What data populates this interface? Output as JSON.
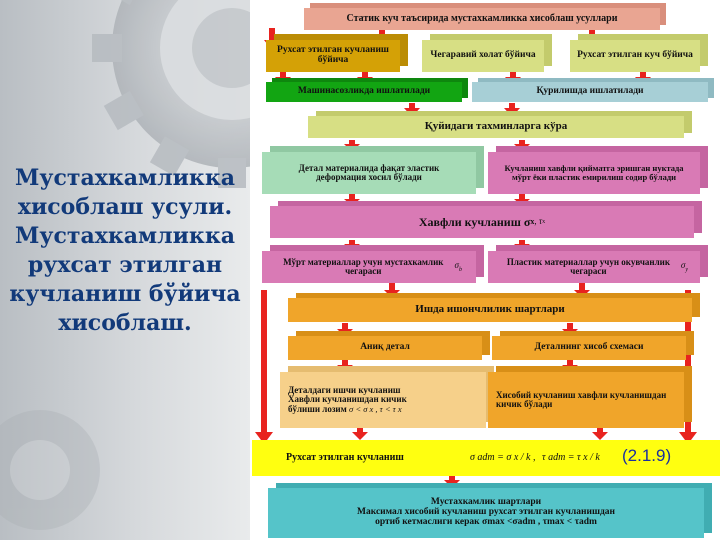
{
  "side_text": [
    "Мустахкамликка",
    "хисоблаш усули.",
    "Мустахкамликка",
    "рухсат этилган",
    "кучланиш бўйича",
    "хисоблаш."
  ],
  "boxes": {
    "top": "Статик куч таъсирида мустахкамликка хисоблаш усуллари",
    "r2a": "Рухсат этилган кучланиш бўйича",
    "r2b": "Чегаравий холат бўйича",
    "r2c": "Рухсат этилган куч бўйича",
    "r3a": "Машинасозликда ишлатилади",
    "r3b": "Қурилишда ишлатилади",
    "r4": "Қуйидаги тахминларга кўра",
    "r5a": "Детал материалида фақат эластик деформация хосил бўлади",
    "r5b": "Кучланиш хавфли қийматга эришган нуктада мўрт ёки пластик емирилиш содир бўлади",
    "r6": "Хавфли кучланиш σ",
    "r6_sup": "x",
    "r6_tail": ", τ",
    "r7a": "Мўрт материаллар учун мустахкамлик чегараси",
    "r7a_sym": "σ",
    "r7a_sub": "b",
    "r7b": "Пластик материаллар учун окувчанлик чегараси",
    "r7b_sym": "σ",
    "r7b_sub": "y",
    "r8": "Ишда ишончлилик шартлари",
    "r9a": "Аниқ детал",
    "r9b": "Деталнинг хисоб схемаси",
    "r10a_1": "Деталдаги ишчи кучланиш",
    "r10a_2": "Хавфли кучланишдан кичик",
    "r10a_3": "бўлиши лозим",
    "r10a_f": "σ < σ x ,  τ < τ x",
    "r10b": "Хисобий кучланиш хавфли кучланишдан кичик бўлади",
    "r11": "Рухсат этилган кучланиш",
    "r11_f1": "σ adm = σ x / k ,",
    "r11_f2": "τ adm = τ x / k",
    "eq_number": "(2.1.9)",
    "r12_1": "Мустахкамлик шартлари",
    "r12_2": "Максимал хисобий кучланиш рухсат этилган кучланишдан",
    "r12_3": "ортиб кетмаслиги керак σmax <σadm , τmax < τadm"
  },
  "colors": {
    "salmon": "#e9a592",
    "gold": "#d4a106",
    "khaki": "#d7df84",
    "green": "#12a512",
    "lightblue": "#a7cfd6",
    "mint": "#a6dcb7",
    "pink": "#d97ab5",
    "orange": "#f0a52a",
    "orange_light": "#f6d08a",
    "yellow": "#ffff10",
    "teal": "#55c4c9",
    "arrow_red": "#e8231f",
    "text_blue": "#123a7a"
  },
  "icons": [
    "gear-icon",
    "red-arrow-icon"
  ]
}
